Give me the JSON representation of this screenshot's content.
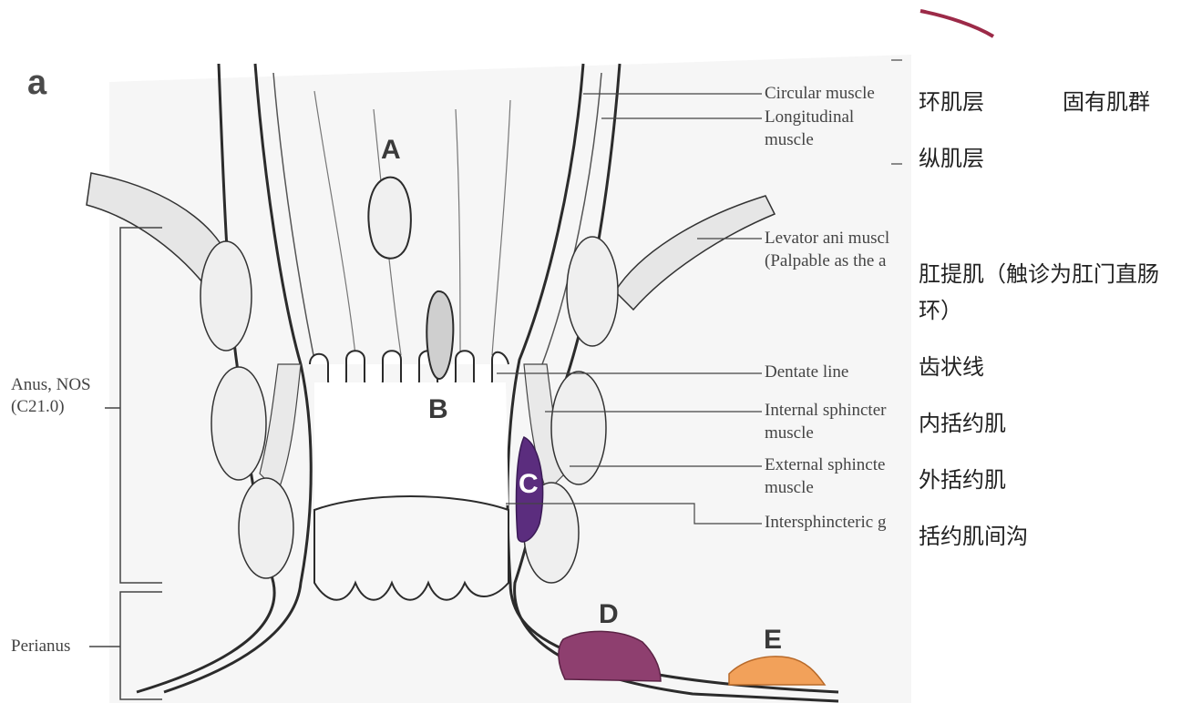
{
  "figure": {
    "panel_letter": "a"
  },
  "left_labels": {
    "anus_line1": "Anus, NOS",
    "anus_line2": "(C21.0)",
    "perianus": "Perianus"
  },
  "right_labels": {
    "circular": "Circular muscle",
    "longitudinal_line1": "Longitudinal",
    "longitudinal_line2": "muscle",
    "levator_line1": "Levator ani muscl",
    "levator_line2": "(Palpable as the a",
    "dentate": "Dentate line",
    "internal_line1": "Internal sphincter",
    "internal_line2": "muscle",
    "external_line1": "External sphincte",
    "external_line2": "muscle",
    "intersphincteric": "Intersphincteric g"
  },
  "chinese_labels": {
    "circular": "环肌层",
    "proper_muscle": "固有肌群",
    "longitudinal": "纵肌层",
    "levator_line1": "肛提肌（触诊为肛门直肠",
    "levator_line2": "环）",
    "dentate": "齿状线",
    "internal": "内括约肌",
    "external": "外括约肌",
    "intersphincteric": "括约肌间沟"
  },
  "markers": {
    "A": "A",
    "B": "B",
    "C": "C",
    "D": "D",
    "E": "E"
  },
  "colors": {
    "lesion_C": "#5b2d7e",
    "lesion_D": "#8e3f6f",
    "lesion_E": "#f2a15a",
    "line": "#2b2b2b",
    "tissue_fill": "#f3f3f3"
  }
}
